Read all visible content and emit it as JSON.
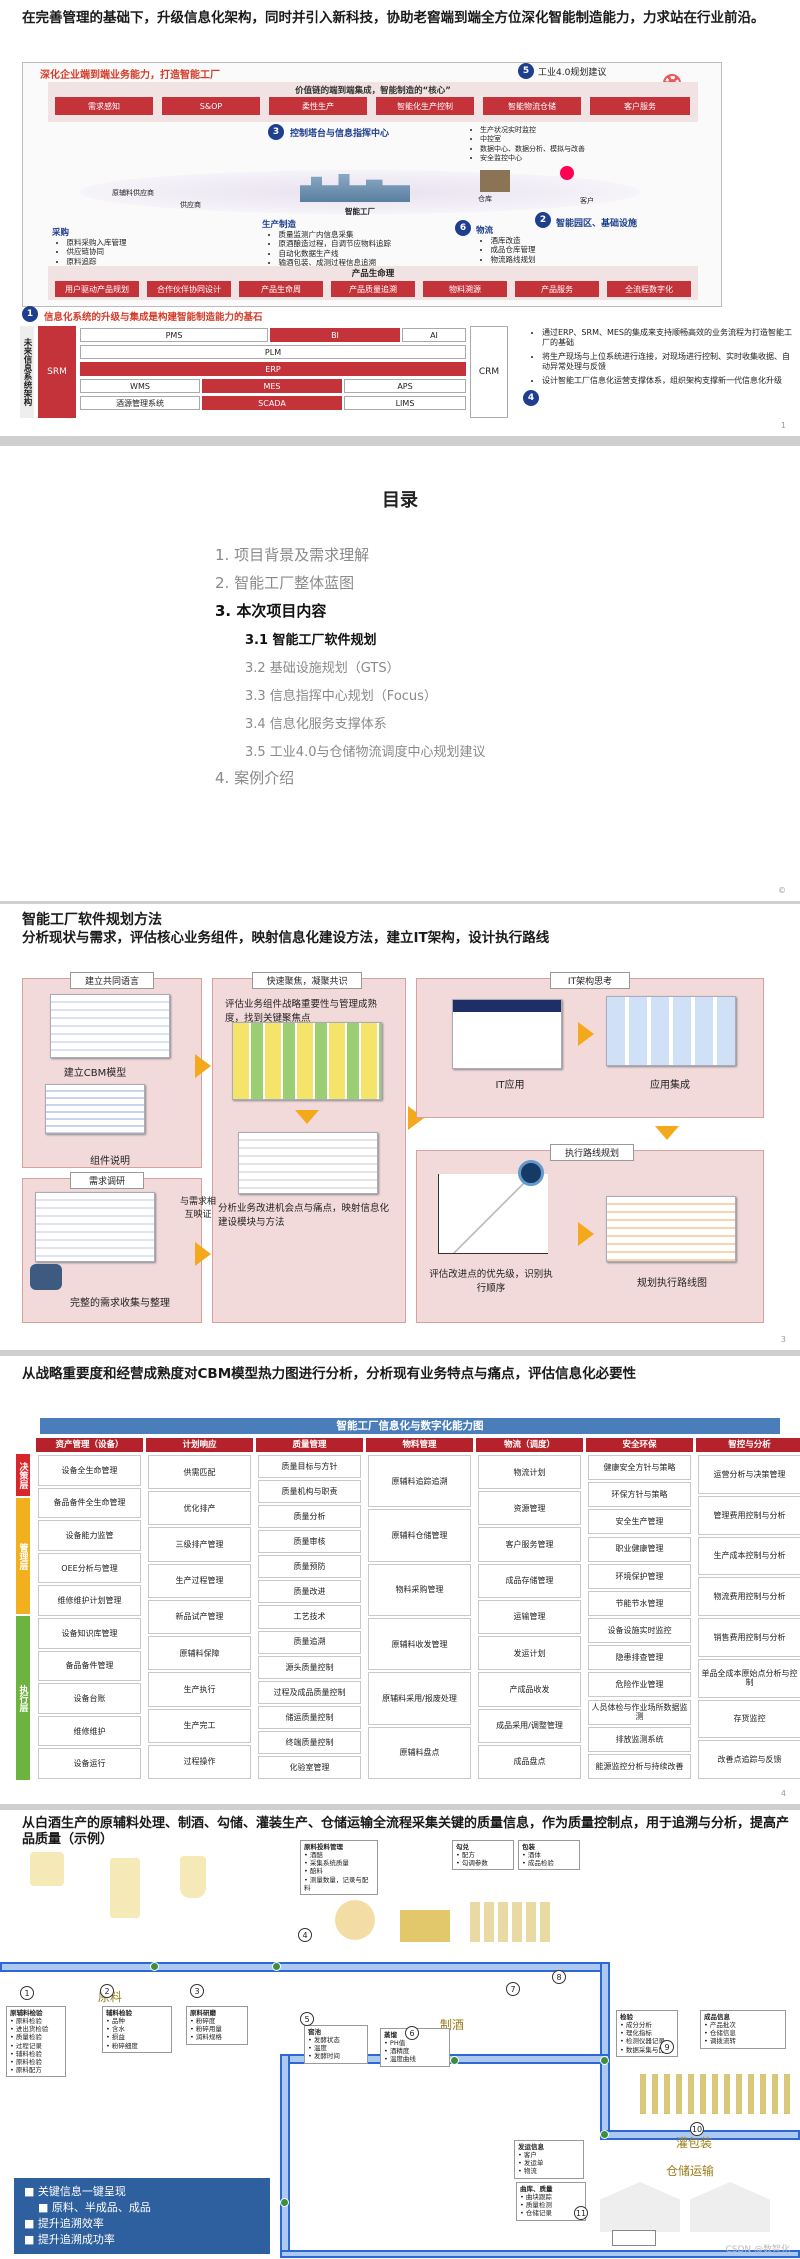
{
  "s1": {
    "title": "在完善管理的基础下，升级信息化架构，同时并引入新科技，协助老窖端到端全方位深化智能制造能力，力求站在行业前沿。",
    "sub_title": "深化企业端到端业务能力，打造智能工厂",
    "industry40": "工业4.0规划建议",
    "value_chain": "价值链的端到端集成，智能制造的“核心”",
    "row1": [
      "需求感知",
      "S&OP",
      "柔性生产",
      "智能化生产控制",
      "智能物流仓储",
      "客户服务"
    ],
    "control_center": "控制塔台与信息指挥中心",
    "cc_list": [
      "生产状况实时监控",
      "中控室",
      "数据中心、数据分析、模拟与改善",
      "安全监控中心"
    ],
    "left_labels": [
      "采购",
      "原辅料供应商",
      "供应商",
      "智能工厂",
      "仓库",
      "客户"
    ],
    "procure_title": "采购",
    "procure_list": [
      "原料采购入库管理",
      "供应链协同",
      "原料追踪"
    ],
    "prod_title": "生产制造",
    "prod_list": [
      "质量监测广内信息采集",
      "原酒酿造过程，自调节应物料追踪",
      "自动化数据生产线",
      "输酒包装、成测过程信息追溯"
    ],
    "logistics_title": "物流",
    "logistics_list": [
      "酒库改造",
      "成品仓库管理",
      "物流路线规划"
    ],
    "smart_park": "智能园区、基础设施",
    "lifecycle": "产品生命理",
    "row2": [
      "用户驱动产品规划",
      "合作伙伴协同设计",
      "产品生命周",
      "产品质量追溯",
      "物料溯源",
      "产品服务",
      "全流程数字化"
    ],
    "foundation": "信息化系统的升级与集成是构建智能制造能力的基石",
    "arch_label": "未来信息系统架构",
    "srm": "SRM",
    "crm": "CRM",
    "sys": [
      "PMS",
      "BI",
      "AI",
      "PLM",
      "ERP",
      "WMS",
      "MES",
      "APS",
      "酒源管理系统",
      "SCADA",
      "LIMS"
    ],
    "bullets": [
      "通过ERP、SRM、MES的集成来支持顺畅高效的业务流程为打造智能工厂的基础",
      "将生产现场与上位系统进行连接，对现场进行控制、实时收集收据、自动异常处理与反馈",
      "设计智能工厂信息化运营支撑体系，组织架构支撑新一代信息化升级"
    ],
    "badges": [
      "1",
      "2",
      "3",
      "4",
      "5",
      "6"
    ],
    "page": "1"
  },
  "s2": {
    "title": "目录",
    "items": [
      "1.  项目背景及需求理解",
      "2.  智能工厂整体蓝图",
      "3.  本次项目内容"
    ],
    "subs": [
      "3.1 智能工厂软件规划",
      "3.2 基础设施规划（GTS）",
      "3.3 信息指挥中心规划（Focus）",
      "3.4 信息化服务支撑体系",
      "3.5 工业4.0与仓储物流调度中心规划建议"
    ],
    "last": "4.  案例介绍",
    "page": "©"
  },
  "s3": {
    "title1": "智能工厂软件规划方法",
    "title2": "分析现状与需求，评估核心业务组件，映射信息化建设方法，建立IT架构，设计执行路线",
    "tabs": [
      "建立共同语言",
      "快速聚焦，凝聚共识",
      "IT架构思考",
      "需求调研",
      "执行路线规划"
    ],
    "labels": [
      "建立CBM模型",
      "组件说明",
      "评估业务组件战略重要性与管理成熟度，找到关键聚焦点",
      "IT应用",
      "应用集成",
      "完整的需求收集与整理",
      "与需求相互映证",
      "分析业务改进机会点与痛点，映射信息化建设模块与方法",
      "评估改进点的优先级，识别执行顺序",
      "规划执行路线图"
    ],
    "page": "3"
  },
  "s4": {
    "title": "从战略重要度和经营成熟度对CBM模型热力图进行分析，分析现有业务特点与痛点，评估信息化必要性",
    "map_title": "智能工厂信息化与数字化能力图",
    "bands": [
      "决策层",
      "管理层",
      "执行层"
    ],
    "band_colors": [
      "#d9262a",
      "#f2b01e",
      "#6cb33f"
    ],
    "columns": [
      {
        "h": "资产管理（设备）",
        "cells": [
          "设备全生命管理",
          "备品备件全生命管理",
          "设备能力监管",
          "OEE分析与管理",
          "维修维护计划管理",
          "设备知识库管理",
          "备品备件管理",
          "设备台账",
          "维修维护",
          "设备运行"
        ]
      },
      {
        "h": "计划响应",
        "cells": [
          "供需匹配",
          "优化排产",
          "三级排产管理",
          "生产过程管理",
          "新品试产管理",
          "原辅料保障",
          "生产执行",
          "生产完工",
          "过程操作"
        ]
      },
      {
        "h": "质量管理",
        "cells": [
          "质量目标与方针",
          "质量机构与职责",
          "质量分析",
          "质量审核",
          "质量预防",
          "质量改进",
          "工艺技术",
          "质量追溯",
          "源头质量控制",
          "过程及成品质量控制",
          "储运质量控制",
          "终端质量控制",
          "化验室管理"
        ]
      },
      {
        "h": "物料管理",
        "cells": [
          "原辅料追踪追溯",
          "原辅料仓储管理",
          "物料采购管理",
          "原辅料收发管理",
          "原辅料采用/报废处理",
          "原辅料盘点"
        ]
      },
      {
        "h": "物流（调度）",
        "cells": [
          "物流计划",
          "资源管理",
          "客户服务管理",
          "成品存储管理",
          "运输管理",
          "发运计划",
          "产成品收发",
          "成品采用/调整管理",
          "成品盘点"
        ]
      },
      {
        "h": "安全环保",
        "cells": [
          "健康安全方针与策略",
          "环保方针与策略",
          "安全生产管理",
          "职业健康管理",
          "环境保护管理",
          "节能节水管理",
          "设备设施实时监控",
          "隐患排查管理",
          "危险作业管理",
          "人员体检与作业场所数据监测",
          "排放监测系统",
          "能源监控分析与持续改善"
        ]
      },
      {
        "h": "智控与分析",
        "cells": [
          "运营分析与决策管理",
          "管理费用控制与分析",
          "生产成本控制与分析",
          "物流费用控制与分析",
          "销售费用控制与分析",
          "单品全成本原始点分析与控制",
          "存货监控",
          "改善点追踪与反馈"
        ]
      }
    ],
    "page": "4"
  },
  "s5": {
    "title": "从白酒生产的原辅料处理、制酒、勾储、灌装生产、仓储运输全流程采集关键的质量信息，作为质量控制点，用于追溯与分析，提高产品质量（示例）",
    "stages": [
      "原料",
      "制酒",
      "灌包装",
      "仓储运输"
    ],
    "numbers": [
      "1",
      "2",
      "3",
      "4",
      "5",
      "6",
      "7",
      "8",
      "9",
      "10",
      "11"
    ],
    "notes": [
      {
        "t": "原辅料检验",
        "b": [
          "原料检验",
          "进出货检验",
          "质量检验",
          "过程记录",
          "辅料检验",
          "原料检验",
          "原料配方"
        ]
      },
      {
        "t": "辅料检验",
        "b": [
          "品种",
          "含水",
          "损益",
          "粉碎细度"
        ]
      },
      {
        "t": "原料研磨",
        "b": [
          "粉碎度",
          "粉碎用量",
          "润料规格"
        ]
      },
      {
        "t": "原料投料管理",
        "b": [
          "酒醅",
          "采集系统质量",
          "醅料",
          "测量数量，记录与配料"
        ]
      },
      {
        "t": "窖池",
        "b": [
          "发酵状态",
          "温度",
          "发酵时间"
        ]
      },
      {
        "t": "勾兑",
        "b": [
          "配方",
          "勾调参数"
        ]
      },
      {
        "t": "包装",
        "b": [
          "酒体",
          "成品检验"
        ]
      },
      {
        "t": "检验",
        "b": [
          "成分分析",
          "理化指标",
          "检测仪器记录",
          "数据采集与比对"
        ]
      },
      {
        "t": "成品信息",
        "b": [
          "产品批次",
          "仓储信息",
          "调拨流转"
        ]
      },
      {
        "t": "发运信息",
        "b": [
          "客户",
          "发运单",
          "物流"
        ]
      },
      {
        "t": "曲库、质量",
        "b": [
          "曲块跟踪",
          "质量检测",
          "仓储记录"
        ]
      },
      {
        "t": "蒸馏",
        "b": [
          "PH值",
          "酒精度",
          "温度曲线"
        ]
      }
    ],
    "key_info": [
      "关键信息一键呈现",
      "原料、半成品、成品",
      "提升追溯效率",
      "提升追溯成功率"
    ],
    "watermark": "CSDN @数智化"
  }
}
